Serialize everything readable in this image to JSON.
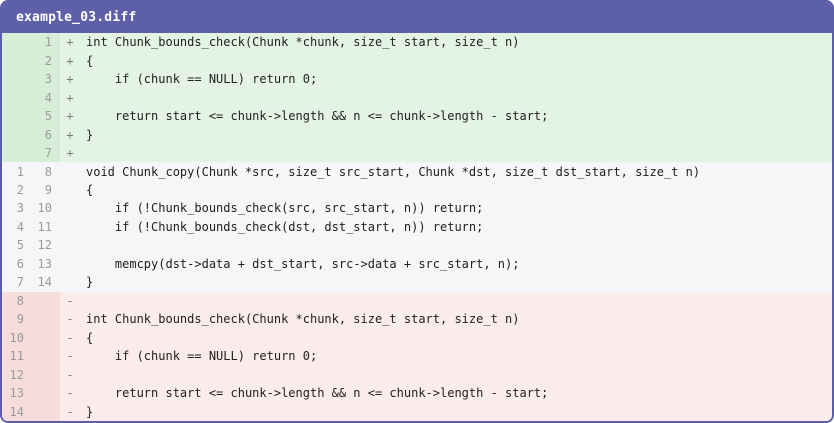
{
  "window": {
    "title": "example_03.diff"
  },
  "colors": {
    "header_bg": "#5d60a7",
    "border": "#5b5ea6",
    "added_bg": "#e4f4e4",
    "added_gutter_bg": "#d6edd7",
    "removed_bg": "#fbecec",
    "removed_gutter_bg": "#f7dcdc",
    "context_bg": "#f6f6f8",
    "line_number_color": "#9a9a9a",
    "code_color": "#212121"
  },
  "diff": {
    "rows": [
      {
        "type": "add",
        "old": "",
        "new": "1",
        "marker": "+",
        "code": "int Chunk_bounds_check(Chunk *chunk, size_t start, size_t n)"
      },
      {
        "type": "add",
        "old": "",
        "new": "2",
        "marker": "+",
        "code": "{"
      },
      {
        "type": "add",
        "old": "",
        "new": "3",
        "marker": "+",
        "code": "    if (chunk == NULL) return 0;"
      },
      {
        "type": "add",
        "old": "",
        "new": "4",
        "marker": "+",
        "code": ""
      },
      {
        "type": "add",
        "old": "",
        "new": "5",
        "marker": "+",
        "code": "    return start <= chunk->length && n <= chunk->length - start;"
      },
      {
        "type": "add",
        "old": "",
        "new": "6",
        "marker": "+",
        "code": "}"
      },
      {
        "type": "add",
        "old": "",
        "new": "7",
        "marker": "+",
        "code": ""
      },
      {
        "type": "ctx",
        "old": "1",
        "new": "8",
        "marker": "",
        "code": "void Chunk_copy(Chunk *src, size_t src_start, Chunk *dst, size_t dst_start, size_t n)"
      },
      {
        "type": "ctx",
        "old": "2",
        "new": "9",
        "marker": "",
        "code": "{"
      },
      {
        "type": "ctx",
        "old": "3",
        "new": "10",
        "marker": "",
        "code": "    if (!Chunk_bounds_check(src, src_start, n)) return;"
      },
      {
        "type": "ctx",
        "old": "4",
        "new": "11",
        "marker": "",
        "code": "    if (!Chunk_bounds_check(dst, dst_start, n)) return;"
      },
      {
        "type": "ctx",
        "old": "5",
        "new": "12",
        "marker": "",
        "code": ""
      },
      {
        "type": "ctx",
        "old": "6",
        "new": "13",
        "marker": "",
        "code": "    memcpy(dst->data + dst_start, src->data + src_start, n);"
      },
      {
        "type": "ctx",
        "old": "7",
        "new": "14",
        "marker": "",
        "code": "}"
      },
      {
        "type": "del",
        "old": "8",
        "new": "",
        "marker": "-",
        "code": ""
      },
      {
        "type": "del",
        "old": "9",
        "new": "",
        "marker": "-",
        "code": "int Chunk_bounds_check(Chunk *chunk, size_t start, size_t n)"
      },
      {
        "type": "del",
        "old": "10",
        "new": "",
        "marker": "-",
        "code": "{"
      },
      {
        "type": "del",
        "old": "11",
        "new": "",
        "marker": "-",
        "code": "    if (chunk == NULL) return 0;"
      },
      {
        "type": "del",
        "old": "12",
        "new": "",
        "marker": "-",
        "code": ""
      },
      {
        "type": "del",
        "old": "13",
        "new": "",
        "marker": "-",
        "code": "    return start <= chunk->length && n <= chunk->length - start;"
      },
      {
        "type": "del",
        "old": "14",
        "new": "",
        "marker": "-",
        "code": "}"
      }
    ]
  }
}
